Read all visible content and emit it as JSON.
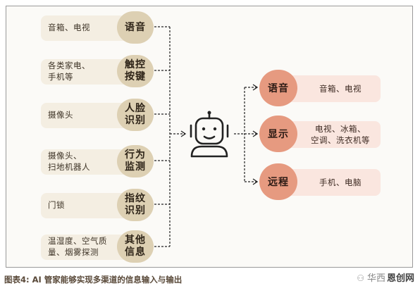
{
  "inputs": [
    {
      "source": "音箱、电视",
      "method": "语音"
    },
    {
      "source": "各类家电、\n手机等",
      "method": "触控\n按键"
    },
    {
      "source": "摄像头",
      "method": "人脸\n识别"
    },
    {
      "source": "摄像头、\n扫地机器人",
      "method": "行为\n监测"
    },
    {
      "source": "门锁",
      "method": "指纹\n识别"
    },
    {
      "source": "温湿度、空气质\n量、烟雾探测",
      "method": "其他\n信息"
    }
  ],
  "center_icon": "robot-icon",
  "outputs": [
    {
      "method": "语音",
      "devices": "音箱、电视"
    },
    {
      "method": "显示",
      "devices": "电视、冰箱、\n空调、洗衣机等"
    },
    {
      "method": "远程",
      "devices": "手机、电脑"
    }
  ],
  "caption": "图表4: AI 管家能够实现多渠道的信息输入与输出",
  "watermark": {
    "faint": "华西",
    "main": "恩创网"
  },
  "colors": {
    "input_bar": "#f4eee2",
    "input_circle": "#ddd0b3",
    "output_bar": "#fae6df",
    "output_circle": "#e69a80",
    "connector": "#222222"
  }
}
